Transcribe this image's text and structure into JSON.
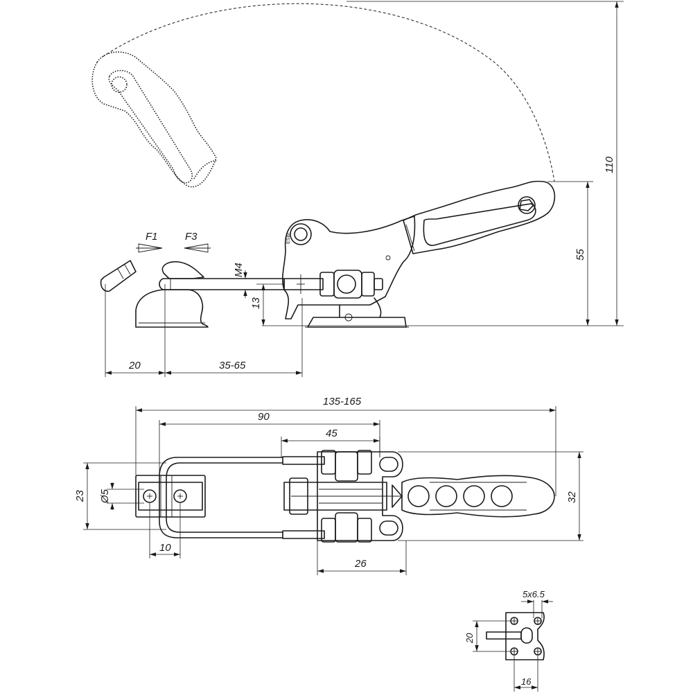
{
  "labels": {
    "f1": "F1",
    "f3": "F3",
    "m4": "M4",
    "dim_110": "110",
    "dim_55": "55",
    "dim_13": "13",
    "dim_20_side": "20",
    "dim_35_65": "35-65",
    "dim_135_165": "135-165",
    "dim_90": "90",
    "dim_45": "45",
    "dim_23": "23",
    "dim_dia5": "Ø5",
    "dim_32": "32",
    "dim_10": "10",
    "dim_26": "26",
    "dim_5x6_5": "5x6.5",
    "dim_20_base": "20",
    "dim_16": "16",
    "body_mark": "ESBI"
  }
}
